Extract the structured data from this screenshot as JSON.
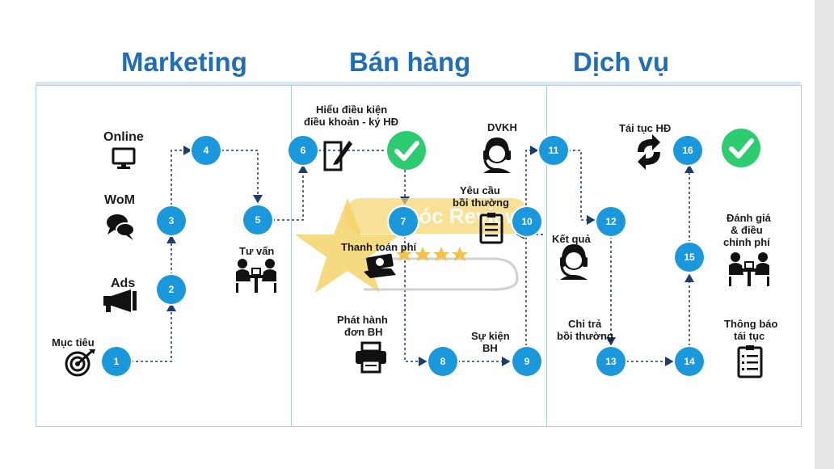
{
  "sections": [
    {
      "title": "Marketing"
    },
    {
      "title": "Bán hàng"
    },
    {
      "title": "Dịch vụ"
    }
  ],
  "nodes": [
    "1",
    "2",
    "3",
    "4",
    "5",
    "6",
    "7",
    "8",
    "9",
    "10",
    "11",
    "12",
    "13",
    "14",
    "15",
    "16"
  ],
  "labels": {
    "online": "Online",
    "wom": "WoM",
    "ads": "Ads",
    "muc_tieu": "Mục tiêu",
    "tu_van": "Tư vấn",
    "hieu_dieu_kien_1": "Hiểu điều kiện",
    "hieu_dieu_kien_2": "điều khoản - ký HĐ",
    "dvkh": "DVKH",
    "yeu_cau_1": "Yêu cầu",
    "yeu_cau_2": "bồi thường",
    "thanh_toan_phi": "Thanh toán phí",
    "phat_hanh_1": "Phát hành",
    "phat_hanh_2": "đơn BH",
    "su_kien_1": "Sự kiện",
    "su_kien_2": "BH",
    "tai_tuc_hd": "Tái tục HĐ",
    "ket_qua": "Kết quả",
    "chi_tra_1": "Chi trả",
    "chi_tra_2": "bồi thường",
    "danh_gia_1": "Đánh giá",
    "danh_gia_2": "& điều",
    "danh_gia_3": "chỉnh phí",
    "thong_bao_1": "Thông báo",
    "thong_bao_2": "tái tục"
  },
  "watermark": {
    "text": "Góc Review"
  },
  "colors": {
    "title": "#1f6fb8",
    "node": "#1b97dc",
    "check": "#2ecc71",
    "star": "#f5d36b",
    "border": "#a9cde9"
  },
  "icons": [
    "monitor-icon",
    "chat-icon",
    "megaphone-icon",
    "target-icon",
    "meeting-icon",
    "sign-document-icon",
    "checkmark-icon",
    "headset-icon",
    "clipboard-icon",
    "money-icon",
    "printer-icon",
    "renew-icon"
  ]
}
